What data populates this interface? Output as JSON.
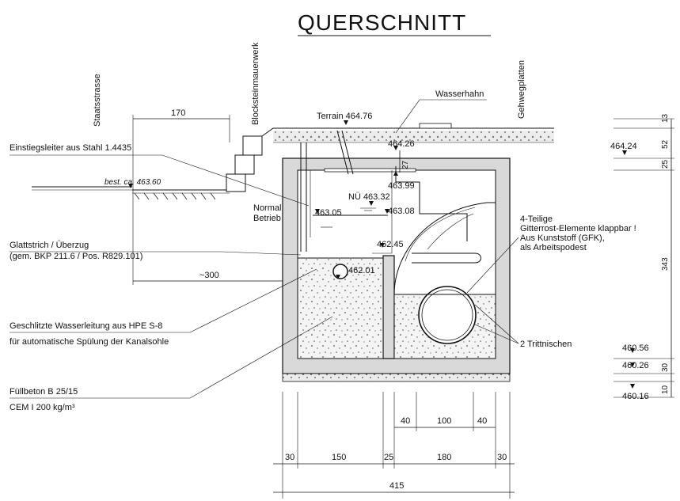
{
  "title": "QUERSCHNITT",
  "vertical_labels": {
    "staatsstrasse": "Staatsstrasse",
    "blocksteinmauerwerk": "Blocksteinmauerwerk",
    "gehwegplatten": "Gehwegplatten"
  },
  "elevations": {
    "terrain": "Terrain 464.76",
    "best": "best. ca. 463.60",
    "e46426": "464.26",
    "e46399": "463.99",
    "nu": "NÜ 463.32",
    "e46305": "463.05",
    "e46308": "463.08",
    "e46245": "462.45",
    "e46201": "462.01",
    "e46424": "464.24",
    "e46056": "460.56",
    "e46026": "460.26",
    "e46016": "460.16"
  },
  "annotations": {
    "wasserhahn": "Wasserhahn",
    "einstieg": "Einstiegsleiter aus Stahl 1.4435",
    "normal_line1": "Normal",
    "normal_line2": "Betrieb",
    "glatt_line1": "Glattstrich / Überzug",
    "glatt_line2": "(gem. BKP 211.6 / Pos. R829.101)",
    "gitter_line1": "4-Teilige",
    "gitter_line2": "Gitterrost-Elemente klappbar !",
    "gitter_line3": "Aus Kunststoff (GFK),",
    "gitter_line4": "als Arbeitspodest",
    "geschl_line1": "Geschlitzte Wasserleitung aus HPE S-8",
    "geschl_line2": "für automatische Spülung der Kanalsohle",
    "tritt": "2 Trittnischen",
    "fuell_line1": "Füllbeton B 25/15",
    "fuell_line2": "CEM I 200 kg/m³"
  },
  "dimensions": {
    "top_170": "170",
    "left_300": "~300",
    "d27": "27",
    "r13": "13",
    "r52": "52",
    "r25": "25",
    "r343": "343",
    "r30": "30",
    "r10": "10",
    "b40a": "40",
    "b100": "100",
    "b40b": "40",
    "b30a": "30",
    "b150": "150",
    "b25": "25",
    "b180": "180",
    "b30b": "30",
    "b415": "415"
  }
}
